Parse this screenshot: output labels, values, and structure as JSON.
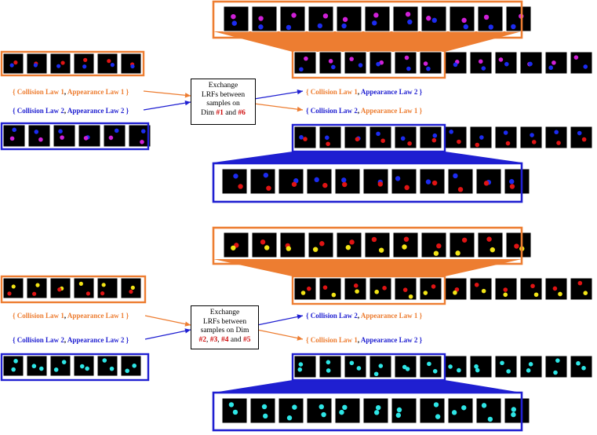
{
  "colors": {
    "orange": "#ed7d31",
    "blue": "#1f1fd1",
    "red": "#d01010",
    "magenta": "#d020d8",
    "ballBlue": "#1c2cf0",
    "ballRed": "#e01414",
    "yellow": "#f2e416",
    "cyan": "#2ee6e6"
  },
  "top": {
    "input1": {
      "open": "{",
      "collision": "Collision Law",
      "collision_num": "1",
      "comma1": ",",
      "appearance": "Appearance Law 1",
      "close": "}"
    },
    "input2": {
      "open": "{",
      "collision": "Collision Law",
      "collision_num": "2",
      "comma1": ",",
      "appearance": "Appearance Law 2",
      "close": "}"
    },
    "output1": {
      "open": "{",
      "collision": "Collision Law",
      "collision_num": "1",
      "comma1": ",",
      "appearance": "Appearance Law 2",
      "close": "}"
    },
    "output2": {
      "open": "{",
      "collision": "Collision Law",
      "collision_num": "2",
      "comma1": ",",
      "appearance": "Appearance Law 1",
      "close": "}"
    },
    "box": {
      "line1": "Exchange",
      "line2": "LRFs between",
      "line3": "samples on",
      "line4_pre": "Dim",
      "dim_a": "#1",
      "and": "and",
      "dim_b": "#6"
    }
  },
  "bottom": {
    "input1": {
      "open": "{",
      "collision": "Collision Law",
      "collision_num": "1",
      "comma1": ",",
      "appearance": "Appearance Law 1",
      "close": "}"
    },
    "input2": {
      "open": "{",
      "collision": "Collision Law",
      "collision_num": "2",
      "comma1": ",",
      "appearance": "Appearance Law 2",
      "close": "}"
    },
    "output1": {
      "open": "{",
      "collision": "Collision Law",
      "collision_num": "2",
      "comma1": ",",
      "appearance": "Appearance Law 1",
      "close": "}"
    },
    "output2": {
      "open": "{",
      "collision": "Collision Law",
      "collision_num": "1",
      "comma1": ",",
      "appearance": "Appearance Law 2",
      "close": "}"
    },
    "box": {
      "line1": "Exchange",
      "line2": "LRFs between",
      "line3": "samples on Dim",
      "d1": "#2",
      "c1": ",",
      "d2": "#3",
      "c2": ",",
      "d3": "#4",
      "and": "and",
      "d4": "#5"
    }
  }
}
